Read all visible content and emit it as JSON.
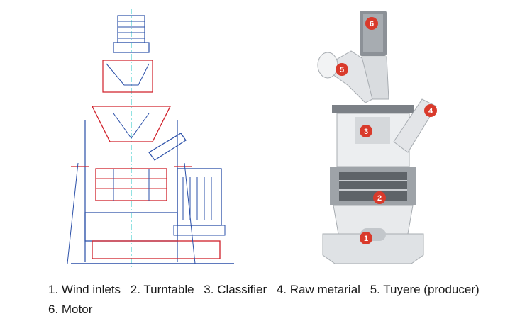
{
  "callouts": [
    {
      "number": "1",
      "label": "Wind inlets"
    },
    {
      "number": "2",
      "label": "Turntable"
    },
    {
      "number": "3",
      "label": "Classifier"
    },
    {
      "number": "4",
      "label": "Raw metarial"
    },
    {
      "number": "5",
      "label": "Tuyere (producer)"
    },
    {
      "number": "6",
      "label": "Motor"
    }
  ],
  "caption": {
    "line1": [
      "1. Wind inlets",
      "2. Turntable",
      "3. Classifier",
      "4. Raw metarial",
      "5. Tuyere (producer)"
    ],
    "line2": [
      "6. Motor"
    ]
  },
  "colors": {
    "badge": "#d93a2b",
    "drawing_blue": "#2a4fa8",
    "drawing_red": "#d0202a",
    "drawing_cyan": "#23c6c6",
    "metal": "#c9ccd0"
  }
}
